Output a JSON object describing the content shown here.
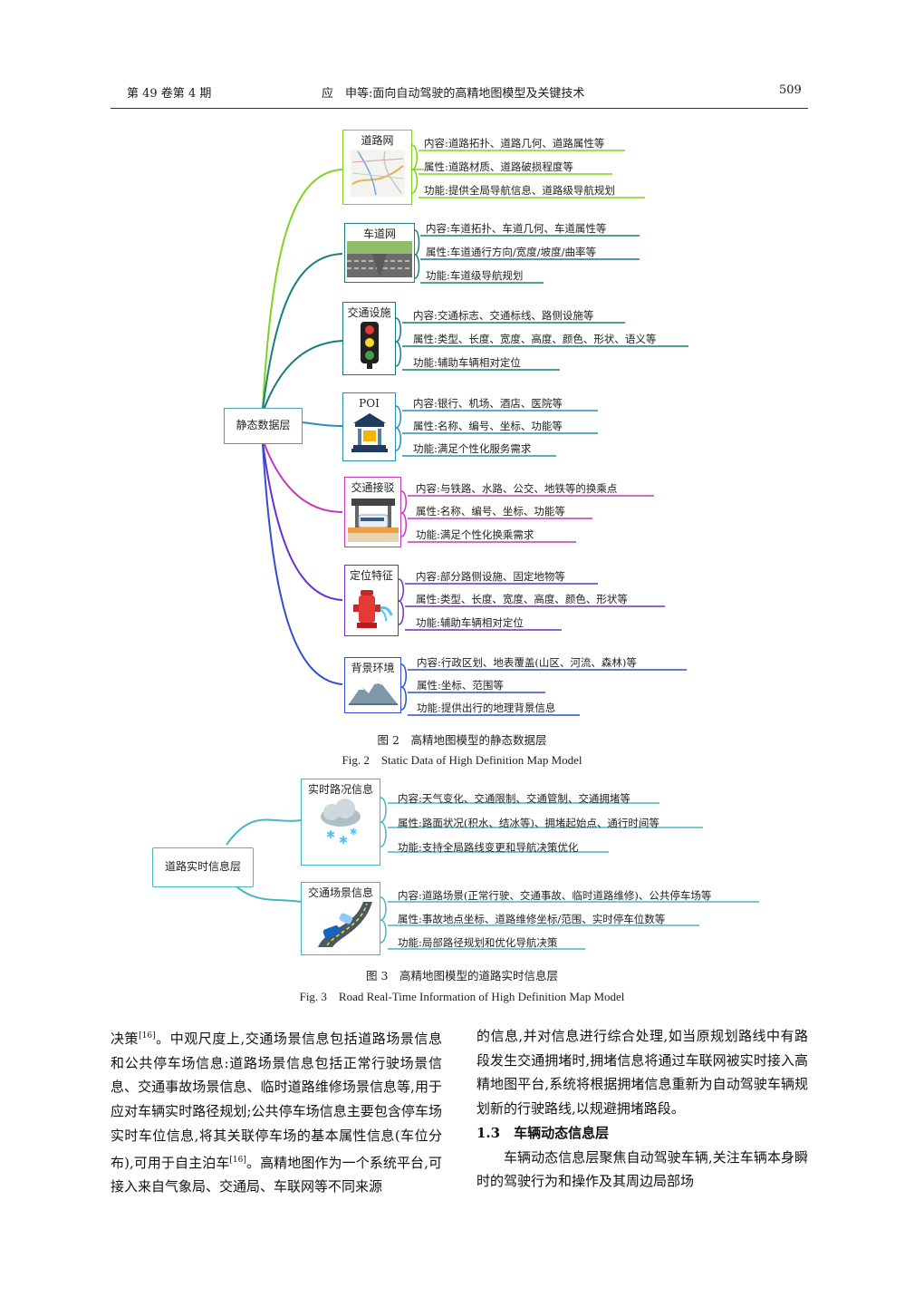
{
  "header": {
    "left": "第 49 卷第 4 期",
    "center": "应　申等:面向自动驾驶的高精地图模型及关键技术",
    "right": "509"
  },
  "figure2": {
    "root": "静态数据层",
    "nodes": [
      {
        "title": "道路网",
        "color": "#7ed321",
        "items": [
          "内容:道路拓扑、道路几何、道路属性等",
          "属性:道路材质、道路破损程度等",
          "功能:提供全局导航信息、道路级导航规划"
        ]
      },
      {
        "title": "车道网",
        "color": "#1b7f7a",
        "items": [
          "内容:车道拓扑、车道几何、车道属性等",
          "属性:车道通行方向/宽度/坡度/曲率等",
          "功能:车道级导航规划"
        ]
      },
      {
        "title": "交通设施",
        "color": "#157c7c",
        "items": [
          "内容:交通标志、交通标线、路侧设施等",
          "属性:类型、长度、宽度、高度、颜色、形状、语义等",
          "功能:辅助车辆相对定位"
        ]
      },
      {
        "title": "POI",
        "color": "#2a8fb0",
        "items": [
          "内容:银行、机场、酒店、医院等",
          "属性:名称、编号、坐标、功能等",
          "功能:满足个性化服务需求"
        ]
      },
      {
        "title": "交通接驳",
        "color": "#c936b8",
        "items": [
          "内容:与铁路、水路、公交、地铁等的换乘点",
          "属性:名称、编号、坐标、功能等",
          "功能:满足个性化换乘需求"
        ]
      },
      {
        "title": "定位特征",
        "color": "#6a2ed0",
        "items": [
          "内容:部分路侧设施、固定地物等",
          "属性:类型、长度、宽度、高度、颜色、形状等",
          "功能:辅助车辆相对定位"
        ]
      },
      {
        "title": "背景环境",
        "color": "#2f4fd0",
        "items": [
          "内容:行政区划、地表覆盖(山区、河流、森林)等",
          "属性:坐标、范围等",
          "功能:提供出行的地理背景信息"
        ]
      }
    ],
    "caption_cn": "图 2　高精地图模型的静态数据层",
    "caption_en": "Fig. 2　Static Data of High Definition Map Model"
  },
  "figure3": {
    "root": "道路实时信息层",
    "nodes": [
      {
        "title": "实时路况信息",
        "color": "#48b5c4",
        "items": [
          "内容:天气变化、交通限制、交通管制、交通拥堵等",
          "属性:路面状况(积水、结冰等)、拥堵起始点、通行时间等",
          "功能:支持全局路线变更和导航决策优化"
        ]
      },
      {
        "title": "交通场景信息",
        "color": "#48b5c4",
        "items": [
          "内容:道路场景(正常行驶、交通事故、临时道路维修)、公共停车场等",
          "属性:事故地点坐标、道路维修坐标/范围、实时停车位数等",
          "功能:局部路径规划和优化导航决策"
        ]
      }
    ],
    "caption_cn": "图 3　高精地图模型的道路实时信息层",
    "caption_en": "Fig. 3　Road Real-Time Information of High Definition Map Model"
  },
  "body": {
    "left": {
      "p1_a": "决策",
      "ref1": "[16]",
      "p1_b": "。中观尺度上,交通场景信息包括道路场景信息和公共停车场信息:道路场景信息包括正常行驶场景信息、交通事故场景信息、临时道路维修场景信息等,用于应对车辆实时路径规划;公共停车场信息主要包含停车场实时车位信息,将其关联停车场的基本属性信息(车位分布),可用于自主泊车",
      "ref2": "[16]",
      "p1_c": "。高精地图作为一个系统平台,可接入来自气象局、交通局、车联网等不同来源"
    },
    "right": {
      "p1": "的信息,并对信息进行综合处理,如当原规划路线中有路段发生交通拥堵时,拥堵信息将通过车联网被实时接入高精地图平台,系统将根据拥堵信息重新为自动驾驶车辆规划新的行驶路线,以规避拥堵路段。",
      "heading": "1.3　车辆动态信息层",
      "p2": "车辆动态信息层聚焦自动驾驶车辆,关注车辆本身瞬时的驾驶行为和操作及其周边局部场"
    }
  }
}
